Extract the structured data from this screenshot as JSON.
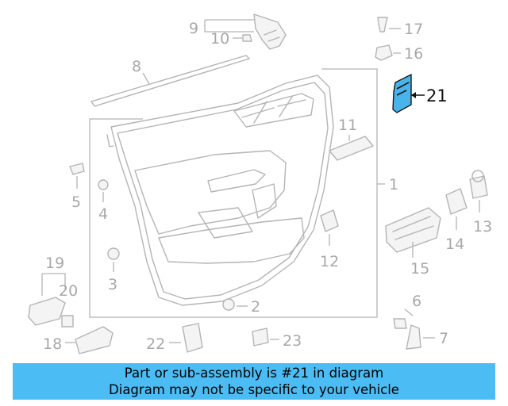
{
  "callouts": {
    "c1": "1",
    "c2": "2",
    "c3": "3",
    "c4": "4",
    "c5": "5",
    "c6": "6",
    "c7": "7",
    "c8": "8",
    "c9": "9",
    "c10": "10",
    "c11": "11",
    "c12": "12",
    "c13": "13",
    "c14": "14",
    "c15": "15",
    "c16": "16",
    "c17": "17",
    "c18": "18",
    "c19": "19",
    "c20": "20",
    "c21": "21",
    "c22": "22",
    "c23": "23"
  },
  "highlighted_part": "21",
  "colors": {
    "highlight": "#48b4ea",
    "banner": "#4bbcf4",
    "line_art": "#b4b4b4"
  },
  "banner": {
    "line1": "Part or sub-assembly is #21 in diagram",
    "line2": "Diagram may not be specific to your vehicle"
  }
}
